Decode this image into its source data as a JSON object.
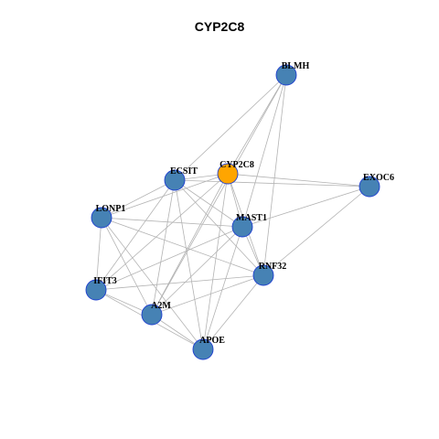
{
  "title": "CYP2C8",
  "colors": {
    "node": "#4682B4",
    "node_border": "#1E3FD0",
    "highlight": "#FFA500",
    "edge": "#B3B3B3"
  },
  "nodes": [
    {
      "id": "BLMH",
      "label": "BLMH",
      "highlight": false
    },
    {
      "id": "CYP2C8",
      "label": "CYP2C8",
      "highlight": true
    },
    {
      "id": "ECSIT",
      "label": "ECSIT",
      "highlight": false
    },
    {
      "id": "EXOC6",
      "label": "EXOC6",
      "highlight": false
    },
    {
      "id": "LONP1",
      "label": "LONP1",
      "highlight": false
    },
    {
      "id": "MAST1",
      "label": "MAST1",
      "highlight": false
    },
    {
      "id": "RNF32",
      "label": "RNF32",
      "highlight": false
    },
    {
      "id": "IFIT3",
      "label": "IFIT3",
      "highlight": false
    },
    {
      "id": "A2M",
      "label": "A2M",
      "highlight": false
    },
    {
      "id": "APOE",
      "label": "APOE",
      "highlight": false
    }
  ],
  "edges": [
    [
      "BLMH",
      "ECSIT"
    ],
    [
      "BLMH",
      "CYP2C8"
    ],
    [
      "BLMH",
      "MAST1"
    ],
    [
      "BLMH",
      "RNF32"
    ],
    [
      "BLMH",
      "A2M"
    ],
    [
      "ECSIT",
      "CYP2C8"
    ],
    [
      "ECSIT",
      "LONP1"
    ],
    [
      "ECSIT",
      "EXOC6"
    ],
    [
      "ECSIT",
      "MAST1"
    ],
    [
      "ECSIT",
      "IFIT3"
    ],
    [
      "ECSIT",
      "A2M"
    ],
    [
      "ECSIT",
      "APOE"
    ],
    [
      "ECSIT",
      "RNF32"
    ],
    [
      "CYP2C8",
      "EXOC6"
    ],
    [
      "CYP2C8",
      "LONP1"
    ],
    [
      "CYP2C8",
      "MAST1"
    ],
    [
      "CYP2C8",
      "RNF32"
    ],
    [
      "CYP2C8",
      "IFIT3"
    ],
    [
      "CYP2C8",
      "A2M"
    ],
    [
      "CYP2C8",
      "APOE"
    ],
    [
      "EXOC6",
      "MAST1"
    ],
    [
      "EXOC6",
      "RNF32"
    ],
    [
      "LONP1",
      "MAST1"
    ],
    [
      "LONP1",
      "RNF32"
    ],
    [
      "LONP1",
      "IFIT3"
    ],
    [
      "LONP1",
      "A2M"
    ],
    [
      "LONP1",
      "APOE"
    ],
    [
      "MAST1",
      "IFIT3"
    ],
    [
      "MAST1",
      "A2M"
    ],
    [
      "MAST1",
      "APOE"
    ],
    [
      "MAST1",
      "RNF32"
    ],
    [
      "RNF32",
      "IFIT3"
    ],
    [
      "RNF32",
      "A2M"
    ],
    [
      "RNF32",
      "APOE"
    ],
    [
      "IFIT3",
      "A2M"
    ],
    [
      "IFIT3",
      "APOE"
    ],
    [
      "A2M",
      "APOE"
    ]
  ]
}
